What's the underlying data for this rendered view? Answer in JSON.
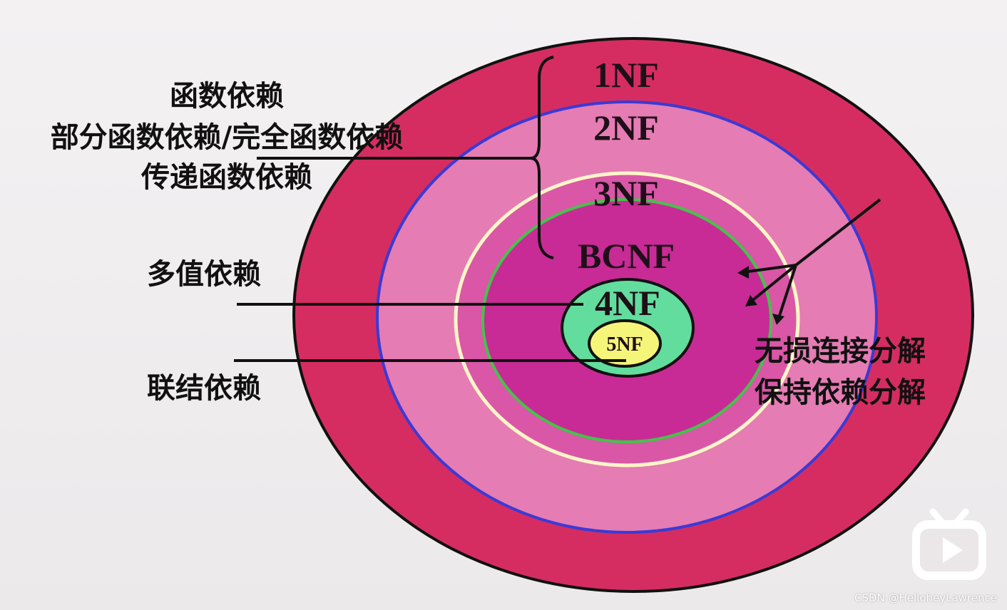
{
  "diagram": {
    "levels": [
      {
        "label": "1NF",
        "color": "#d52d62"
      },
      {
        "label": "2NF",
        "color": "#e57cb3"
      },
      {
        "label": "3NF",
        "color": "#d957a6"
      },
      {
        "label": "BCNF",
        "color": "#c82b95"
      },
      {
        "label": "4NF",
        "color": "#62dd9e"
      },
      {
        "label": "5NF",
        "color": "#f5f579"
      }
    ],
    "annotations": {
      "fd_group": [
        "函数依赖",
        "部分函数依赖/完全函数依赖",
        "传递函数依赖"
      ],
      "multivalued": "多值依赖",
      "join": "联结依赖",
      "decomposition": [
        "无损连接分解",
        "保持依赖分解"
      ]
    },
    "colors": {
      "outer_ring": "#d52d62",
      "second_ring": "#e57cb3",
      "bcnf_region": "#c82b95",
      "fourth_nf": "#62dd9e",
      "fifth_nf": "#f5f579",
      "blue_border": "#3a3ad6",
      "cream_border": "#fff6c8",
      "green_border": "#44c34a"
    }
  },
  "watermark": "CSDN @HelloheyLawrence"
}
